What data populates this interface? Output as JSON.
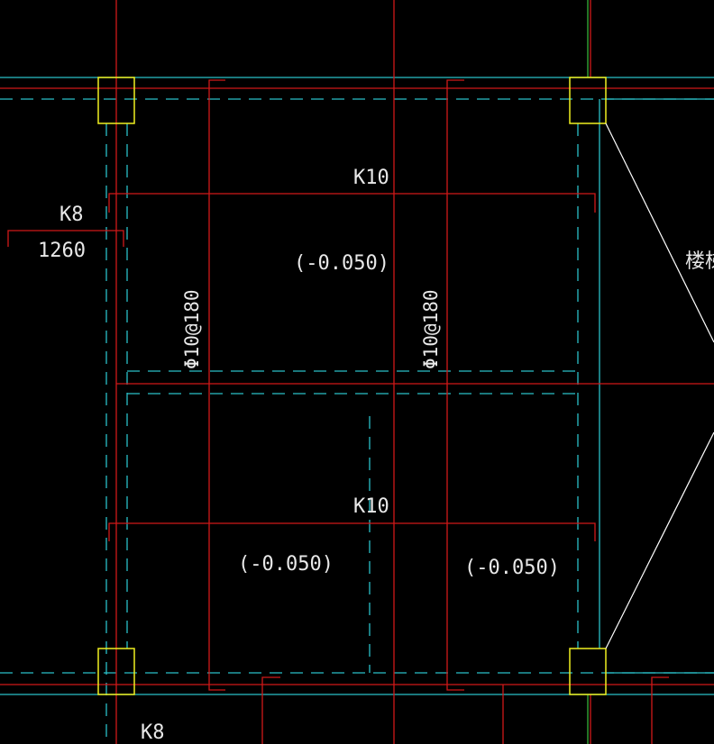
{
  "colors": {
    "background": "#000000",
    "grid_red": "#d01818",
    "beam_cyan": "#2ac0c8",
    "column_yellow": "#f0f020",
    "text_white": "#e8e8e8",
    "green_axis": "#40c040",
    "stair_white": "#ffffff"
  },
  "labels": {
    "beam_top": "K10",
    "beam_bottom": "K10",
    "beam_left": "K8",
    "beam_left_bottom": "K8",
    "dimension_left": "1260",
    "elev_top": "(-0.050)",
    "elev_bottom_left": "(-0.050)",
    "elev_bottom_right": "(-0.050)",
    "rebar_left": "Φ10@180",
    "rebar_right": "Φ10@180",
    "stair_label": "楼梯"
  }
}
